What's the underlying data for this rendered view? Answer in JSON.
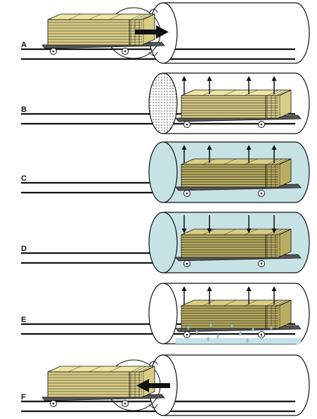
{
  "panels": [
    {
      "label": "A",
      "stage": "load",
      "arrows": "push-in",
      "liquid": false
    },
    {
      "label": "B",
      "stage": "vacuum",
      "arrows": "up",
      "liquid": false
    },
    {
      "label": "C",
      "stage": "fill",
      "arrows": "up",
      "liquid": true
    },
    {
      "label": "D",
      "stage": "pressure",
      "arrows": "down",
      "liquid": true
    },
    {
      "label": "E",
      "stage": "drain",
      "arrows": "up",
      "liquid": false
    },
    {
      "label": "F",
      "stage": "unload",
      "arrows": "pull-out",
      "liquid": false
    }
  ],
  "colors": {
    "lumber_light": "#efe5a5",
    "lumber_mid": "#d9cd86",
    "lumber_dark": "#c7b76e",
    "lumber_treated": "#b9ac60",
    "liquid": "#c6e2e4",
    "drip": "#a9d3dc",
    "line": "#111111",
    "background": "#ffffff"
  },
  "icons": [
    "wheel-icon",
    "arrow-icon",
    "door-icon",
    "drip-icon"
  ]
}
